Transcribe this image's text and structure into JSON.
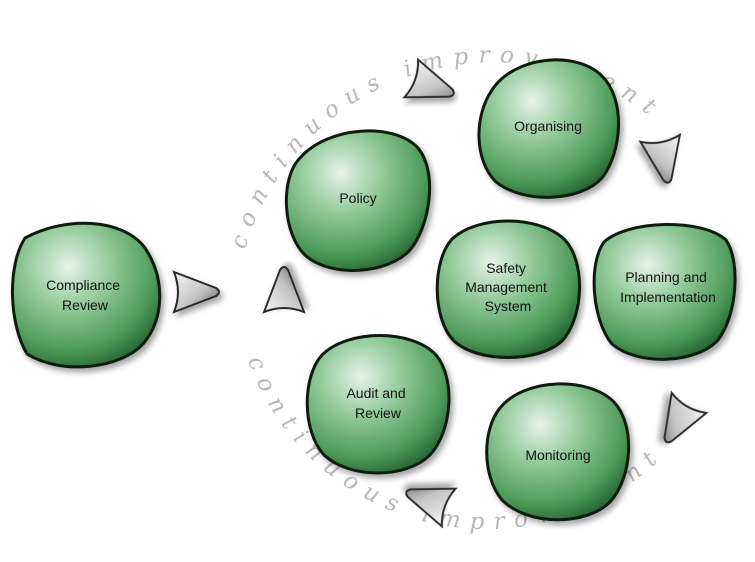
{
  "diagram": {
    "ring_text": {
      "upper": "continuous improvement",
      "lower": "continuous improvement"
    },
    "nodes": {
      "compliance_review": [
        "Compliance",
        "Review"
      ],
      "policy": [
        "Policy"
      ],
      "organising": [
        "Organising"
      ],
      "planning": [
        "Planning and",
        "Implementation"
      ],
      "monitoring": [
        "Monitoring"
      ],
      "audit": [
        "Audit and",
        "Review"
      ],
      "safety": [
        "Safety",
        "Management",
        "System"
      ]
    },
    "colors": {
      "node_light": "#e6f3e6",
      "node_mid": "#4e9a5a",
      "node_dark": "#1d5a2b",
      "outline": "#0c1f10",
      "ring_text": "#b8b8b8",
      "arrow_light": "#f4f4f4",
      "arrow_dark": "#5a5a5a"
    }
  }
}
